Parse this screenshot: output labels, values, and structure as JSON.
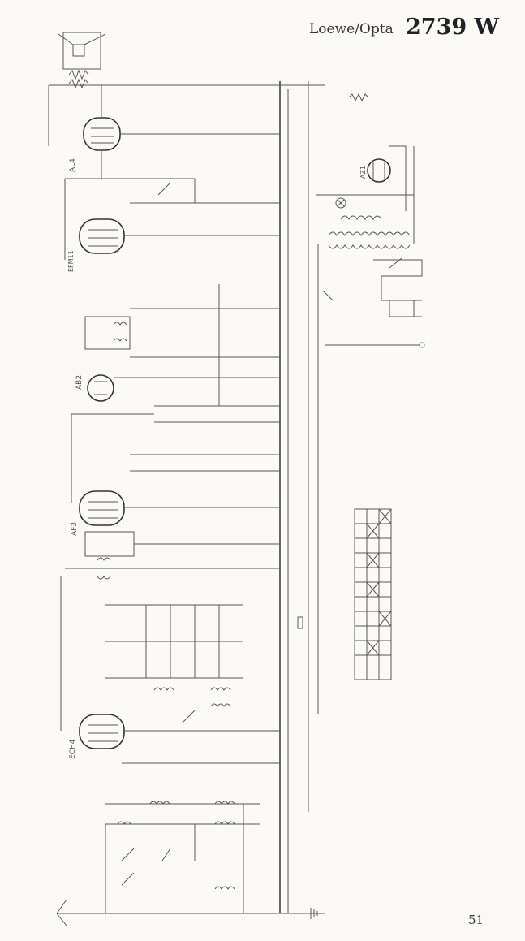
{
  "header": {
    "manufacturer": "Loewe/Opta",
    "model": "2739 W"
  },
  "page_number": "51",
  "tube_labels": [
    "AL4",
    "EFM11",
    "AB2",
    "AF3",
    "ECH4",
    "AZ1"
  ],
  "colors": {
    "paper": "#fbfaf6",
    "ink": "#555555"
  }
}
